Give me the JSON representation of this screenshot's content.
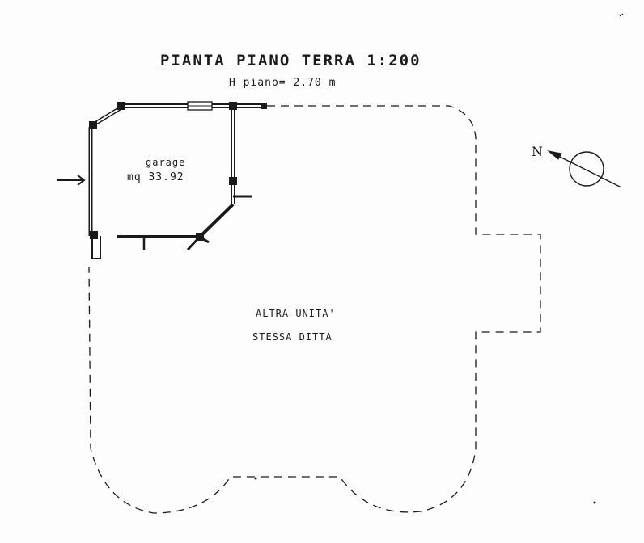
{
  "drawing": {
    "title": "PIANTA PIANO TERRA 1:200",
    "subtitle": "H piano= 2.70 m"
  },
  "rooms": {
    "garage": {
      "name": "garage",
      "area": "mq 33.92"
    },
    "other_unit": {
      "line1": "ALTRA UNITA'",
      "line2": "STESSA DITTA"
    }
  },
  "compass": {
    "label": "N",
    "icon": "north-arrow-icon"
  },
  "entrance": {
    "icon": "entrance-arrow-icon"
  },
  "colors": {
    "ink": "#1a1a1a",
    "paper": "#fdfdfd"
  }
}
